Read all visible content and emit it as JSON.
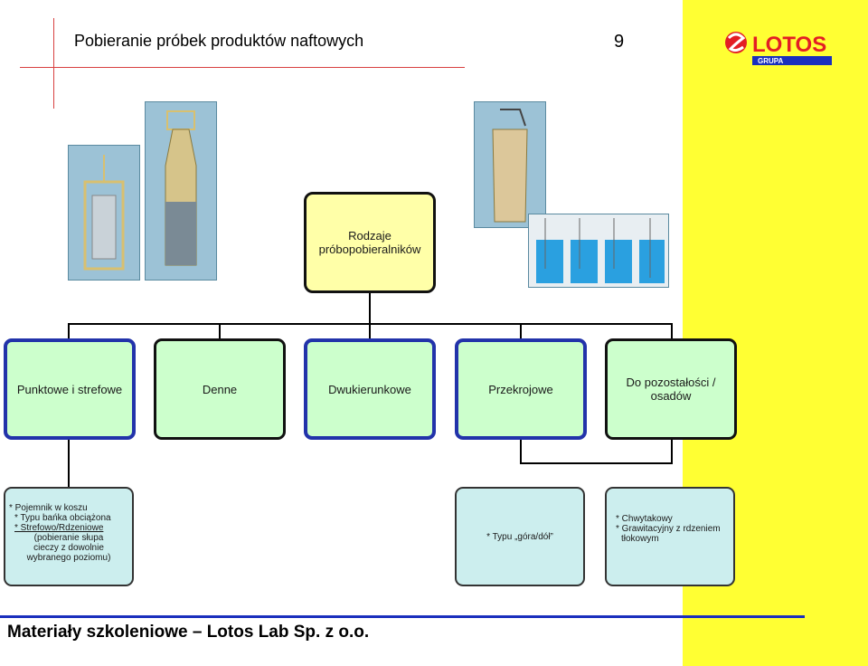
{
  "slide": {
    "title": "Pobieranie próbek produktów naftowych",
    "page_number": "9",
    "footer": "Materiały szkoleniowe – Lotos Lab Sp. z o.o."
  },
  "logo": {
    "brand": "LOTOS",
    "sub": "GRUPA"
  },
  "root": {
    "line1": "Rodzaje",
    "line2": "próbopobieralników"
  },
  "categories": [
    {
      "label": "Punktowe i strefowe"
    },
    {
      "label": "Denne"
    },
    {
      "label": "Dwukierunkowe"
    },
    {
      "label": "Przekrojowe"
    },
    {
      "label": "Do pozostałości / osadów"
    }
  ],
  "details": {
    "first": [
      "* Pojemnik w koszu",
      "* Typu bańka obciążona",
      "* Strefowo/Rdzeniowe",
      "(pobieranie słupa",
      "cieczy z dowolnie",
      "wybranego poziomu)"
    ],
    "second": [
      "* Typu „góra/dół”"
    ],
    "third": [
      "* Chwytakowy",
      "* Grawitacyjny z rdzeniem",
      "tłokowym"
    ]
  },
  "colors": {
    "accent_yellow": "#ffff33",
    "root_fill": "#ffffa8",
    "category_fill": "#ccffcc",
    "detail_fill": "#cceeee",
    "footer_line": "#1a2fbd",
    "logo_red": "#e31e24"
  }
}
